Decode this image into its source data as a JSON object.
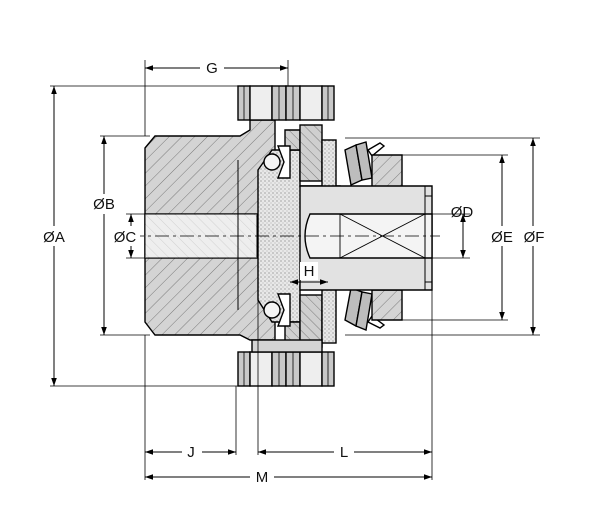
{
  "labels": {
    "A": "ØA",
    "B": "ØB",
    "C": "ØC",
    "D": "ØD",
    "E": "ØE",
    "F": "ØF",
    "G": "G",
    "H": "H",
    "J": "J",
    "L": "L",
    "M": "M"
  },
  "colors": {
    "steel": "#d4d4d4",
    "shaft": "#e2e2e2",
    "friction": "#e6e6e6",
    "nut": "#c8c8c8",
    "hatch": "#777777",
    "line": "#000000"
  }
}
